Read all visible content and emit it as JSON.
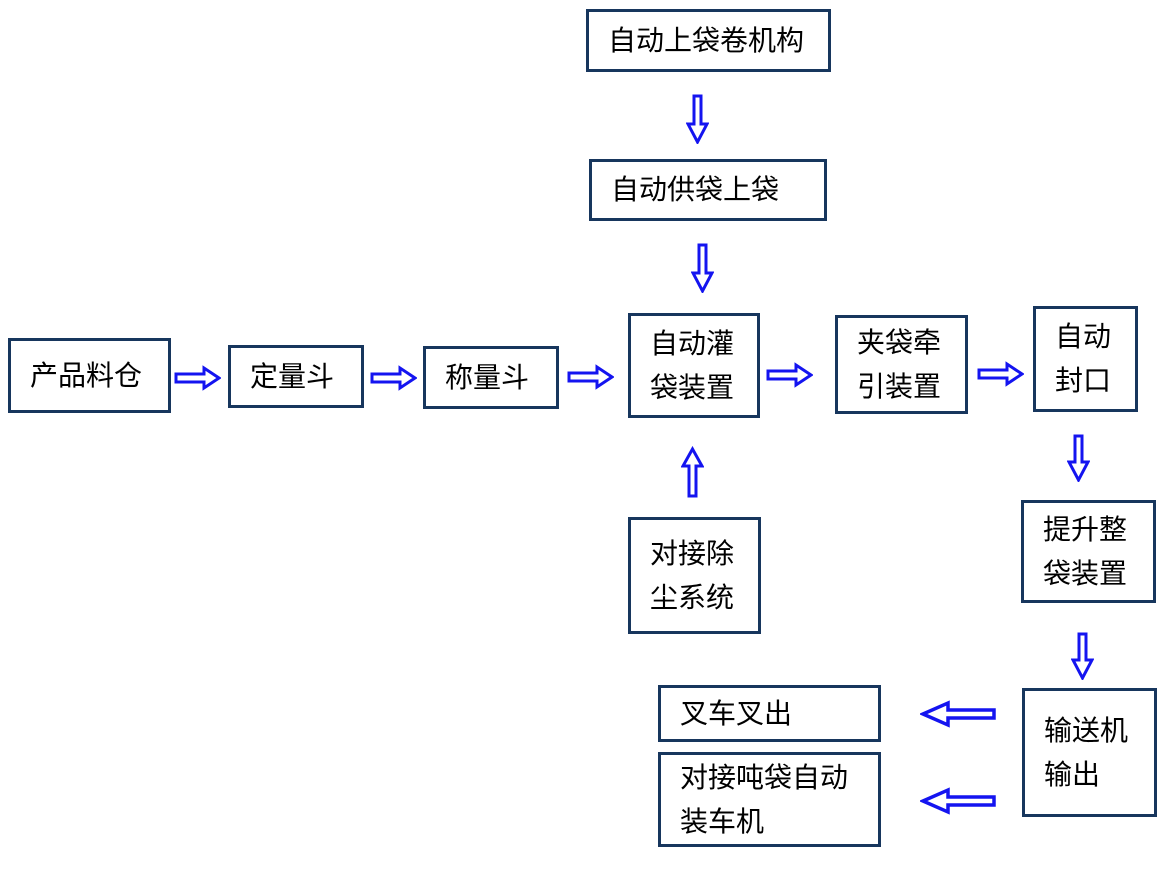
{
  "diagram": {
    "description": "Automatic bagging line flowchart",
    "colors": {
      "box_border": "#17365d",
      "arrow_stroke": "#1414f0",
      "arrow_fill": "#ffffff",
      "text": "#000000",
      "background": "#ffffff"
    },
    "nodes": {
      "auto_bag_roll": {
        "label": "自动上袋卷机构",
        "lines": [
          "自动上袋卷机构"
        ]
      },
      "auto_supply_bag": {
        "label": "自动供袋上袋",
        "lines": [
          "自动供袋上袋"
        ]
      },
      "product_silo": {
        "label": "产品料仓",
        "lines": [
          "产品料仓"
        ]
      },
      "quantitative_hopper": {
        "label": "定量斗",
        "lines": [
          "定量斗"
        ]
      },
      "weighing_hopper": {
        "label": "称量斗",
        "lines": [
          "称量斗"
        ]
      },
      "auto_filling": {
        "label": "自动灌袋装置",
        "lines": [
          "自动灌",
          "袋装置"
        ]
      },
      "bag_clamp_traction": {
        "label": "夹袋牵引装置",
        "lines": [
          "夹袋牵",
          "引装置"
        ]
      },
      "auto_sealing": {
        "label": "自动封口",
        "lines": [
          "自动",
          "封口"
        ]
      },
      "dust_removal": {
        "label": "对接除尘系统",
        "lines": [
          "对接除",
          "尘系统"
        ]
      },
      "bag_lifting": {
        "label": "提升整袋装置",
        "lines": [
          "提升整",
          "袋装置"
        ]
      },
      "conveyor_output": {
        "label": "输送机输出",
        "lines": [
          "输送机",
          "输出"
        ]
      },
      "forklift_out": {
        "label": "叉车叉出",
        "lines": [
          "叉车叉出"
        ]
      },
      "ton_bag_loader": {
        "label": "对接吨袋自动装车机",
        "lines": [
          "对接吨袋自动",
          "装车机"
        ]
      }
    },
    "edges": [
      {
        "from": "auto_bag_roll",
        "to": "auto_supply_bag",
        "direction": "down"
      },
      {
        "from": "auto_supply_bag",
        "to": "auto_filling",
        "direction": "down"
      },
      {
        "from": "product_silo",
        "to": "quantitative_hopper",
        "direction": "right"
      },
      {
        "from": "quantitative_hopper",
        "to": "weighing_hopper",
        "direction": "right"
      },
      {
        "from": "weighing_hopper",
        "to": "auto_filling",
        "direction": "right"
      },
      {
        "from": "auto_filling",
        "to": "bag_clamp_traction",
        "direction": "right"
      },
      {
        "from": "bag_clamp_traction",
        "to": "auto_sealing",
        "direction": "right"
      },
      {
        "from": "dust_removal",
        "to": "auto_filling",
        "direction": "up"
      },
      {
        "from": "auto_sealing",
        "to": "bag_lifting",
        "direction": "down"
      },
      {
        "from": "bag_lifting",
        "to": "conveyor_output",
        "direction": "down"
      },
      {
        "from": "conveyor_output",
        "to": "forklift_out",
        "direction": "left"
      },
      {
        "from": "conveyor_output",
        "to": "ton_bag_loader",
        "direction": "left"
      }
    ]
  }
}
